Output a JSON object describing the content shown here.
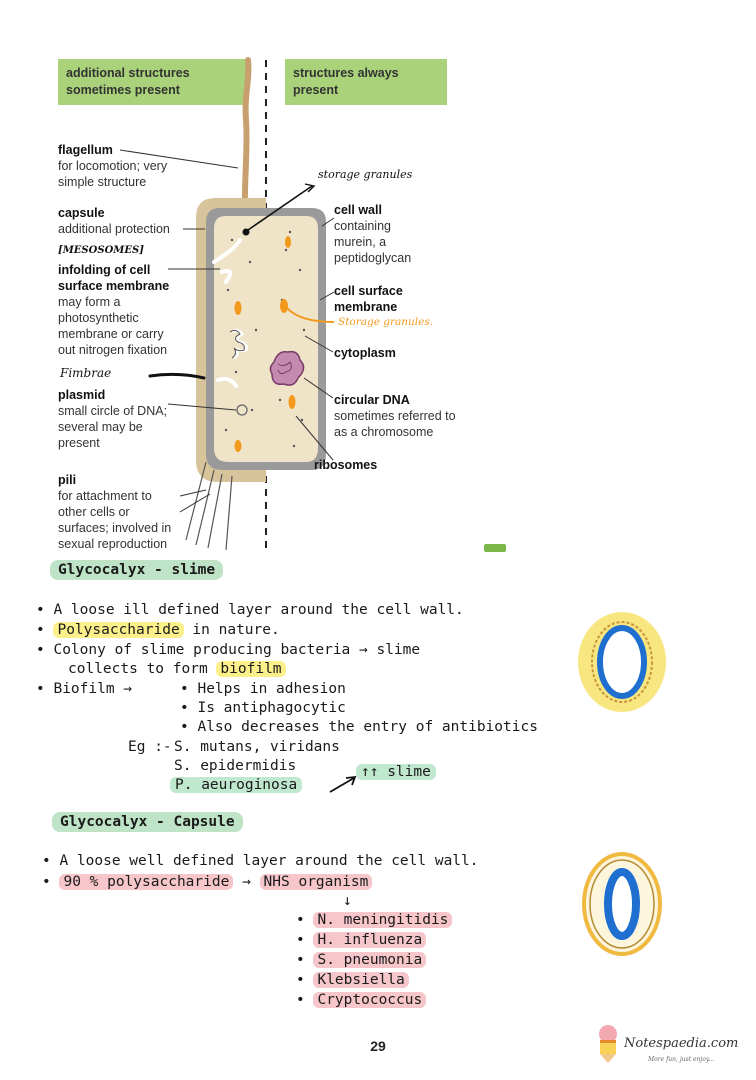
{
  "diagram": {
    "header_left": "additional structures sometimes present",
    "header_right": "structures always present",
    "left_labels": [
      {
        "title": "flagellum",
        "desc": "for locomotion; very simple structure"
      },
      {
        "title": "capsule",
        "desc": "additional protection"
      },
      {
        "title": "infolding of cell surface membrane",
        "desc": "may form a photosynthetic membrane or carry out nitrogen fixation"
      },
      {
        "title": "plasmid",
        "desc": "small circle of DNA; several may be present"
      },
      {
        "title": "pili",
        "desc": "for attachment to other cells or surfaces; involved in sexual reproduction"
      }
    ],
    "right_labels": [
      {
        "title": "cell wall",
        "desc": "containing murein, a peptidoglycan"
      },
      {
        "title": "cell surface membrane",
        "desc": ""
      },
      {
        "title": "cytoplasm",
        "desc": ""
      },
      {
        "title": "circular DNA",
        "desc": "sometimes referred to as a chromosome"
      },
      {
        "title": "ribosomes",
        "desc": ""
      }
    ],
    "handwritten": {
      "mesosomes": "[MESOSOMES]",
      "fimbriae": "Fimbrae",
      "storage_top": "storage granules",
      "storage_orange": "Storage granules."
    }
  },
  "slime": {
    "title": "Glycocalyx - slime",
    "b1": "A loose ill defined layer around the cell wall.",
    "b2_hl": "Polysaccharide",
    "b2_rest": "in nature.",
    "b3_l1": "Colony of slime producing bacteria → slime",
    "b3_l2_a": "collects to form",
    "b3_l2_hl": "biofilm",
    "b4_head": "Biofilm →",
    "sub1": "Helps in adhesion",
    "sub2": "Is antiphagocytic",
    "sub3": "Also decreases the entry of antibiotics",
    "eg_label": "Eg :-",
    "eg1": "S. mutans, viridans",
    "eg2": "S. epidermidis",
    "eg3": "P. aeuroginosa",
    "slime_note": "↑↑ slime"
  },
  "capsule": {
    "title": "Glycocalyx - Capsule",
    "b1": "A loose well defined layer around the cell wall.",
    "b2_hl": "90 % polysaccharide",
    "b2_arrow": "→",
    "b2_hl2": "NHS organism",
    "down_arrow": "↓",
    "orgs": [
      "N. meningitidis",
      "H. influenza",
      "S. pneumonia",
      "Klebsiella",
      "Cryptococcus"
    ]
  },
  "footer": {
    "page": "29",
    "brand": "Notespaedia.com",
    "tagline": "More fun, just enjoy..."
  },
  "colors": {
    "header": "#a9d27a",
    "capsule": "#d8c49a",
    "title_hl": "#bfe3c6",
    "yellow_hl": "#fbf08a",
    "pink_hl": "#f6c6cb",
    "orange": "#f39a1e",
    "blue": "#1f6fd1"
  }
}
